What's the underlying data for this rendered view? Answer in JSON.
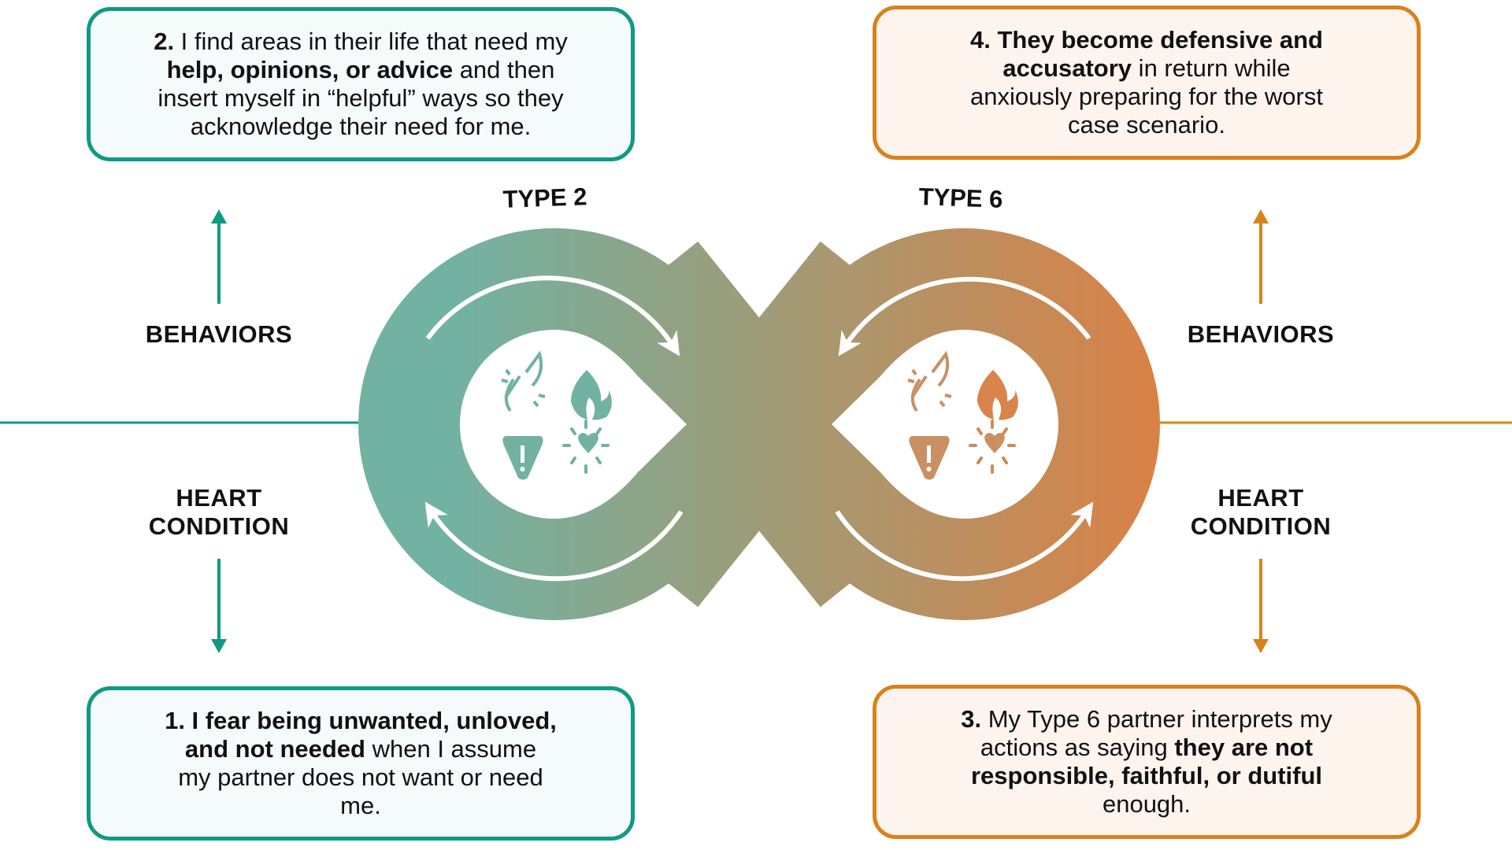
{
  "colors": {
    "teal": "#0f9a85",
    "orange": "#d9821d",
    "loop_left": "#72b2a2",
    "loop_right": "#d98348"
  },
  "boxes": {
    "top_left": {
      "lines": [
        [
          {
            "t": "2.",
            "b": true
          },
          {
            "t": " I find areas in their life that need my",
            "b": false
          }
        ],
        [
          {
            "t": "help, opinions, or advice",
            "b": true
          },
          {
            "t": " and then",
            "b": false
          }
        ],
        [
          {
            "t": "insert myself in “helpful” ways so they",
            "b": false
          }
        ],
        [
          {
            "t": "acknowledge their need for me.",
            "b": false
          }
        ]
      ]
    },
    "top_right": {
      "lines": [
        [
          {
            "t": "4. They become defensive and",
            "b": true
          }
        ],
        [
          {
            "t": "accusatory",
            "b": true
          },
          {
            "t": " in return while",
            "b": false
          }
        ],
        [
          {
            "t": "anxiously preparing for the worst",
            "b": false
          }
        ],
        [
          {
            "t": "case scenario.",
            "b": false
          }
        ]
      ]
    },
    "bottom_left": {
      "lines": [
        [
          {
            "t": "1. I fear being unwanted, unloved,",
            "b": true
          }
        ],
        [
          {
            "t": "and not needed",
            "b": true
          },
          {
            "t": " when I assume",
            "b": false
          }
        ],
        [
          {
            "t": "my partner does not want or need",
            "b": false
          }
        ],
        [
          {
            "t": "me.",
            "b": false
          }
        ]
      ]
    },
    "bottom_right": {
      "lines": [
        [
          {
            "t": "3.",
            "b": true
          },
          {
            "t": " My Type 6 partner interprets my",
            "b": false
          }
        ],
        [
          {
            "t": "actions as saying ",
            "b": false
          },
          {
            "t": "they are not",
            "b": true
          }
        ],
        [
          {
            "t": "responsible, faithful, or dutiful",
            "b": true
          }
        ],
        [
          {
            "t": "enough.",
            "b": false
          }
        ]
      ]
    }
  },
  "labels": {
    "behaviors_left": "BEHAVIORS",
    "heart_left_1": "HEART",
    "heart_left_2": "CONDITION",
    "behaviors_right": "BEHAVIORS",
    "heart_right_1": "HEART",
    "heart_right_2": "CONDITION"
  },
  "types": {
    "left": "TYPE 2",
    "right": "TYPE 6"
  },
  "icons": [
    "broken-link-icon",
    "flame-icon",
    "warning-icon",
    "heart-burst-icon"
  ]
}
